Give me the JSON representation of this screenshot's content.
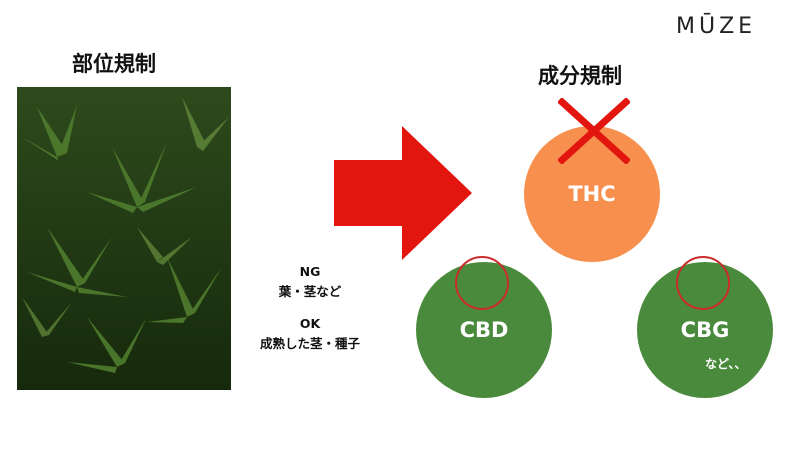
{
  "logo": "MŪZE",
  "left": {
    "title": "部位規制"
  },
  "right": {
    "title": "成分規制"
  },
  "notes": {
    "ng_label": "NG",
    "ng_text": "葉・茎など",
    "ok_label": "OK",
    "ok_text": "成熟した茎・種子"
  },
  "circles": {
    "thc": "THC",
    "cbd": "CBD",
    "cbg": "CBG",
    "etc": "など、、"
  },
  "colors": {
    "arrow": "#e3160f",
    "thc": "#f7904f",
    "green": "#4a8a3c",
    "ring": "#cc2b2b"
  }
}
